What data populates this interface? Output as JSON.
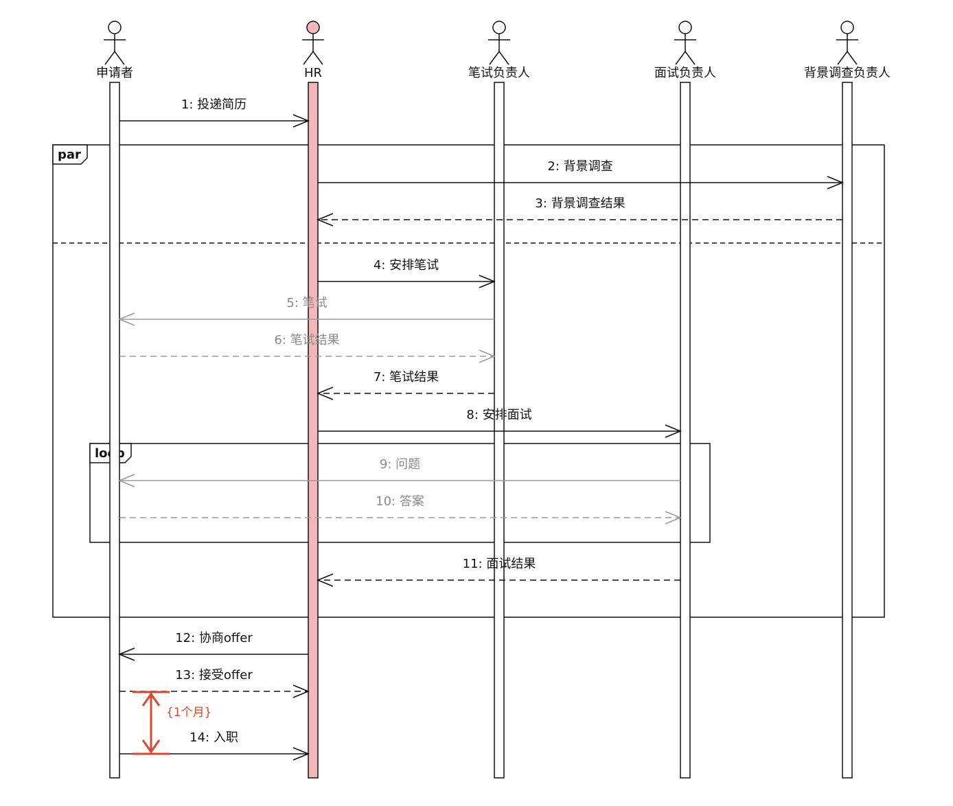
{
  "actors": [
    {
      "id": "applicant",
      "name": "申请者",
      "highlight": false
    },
    {
      "id": "hr",
      "name": "HR",
      "highlight": true
    },
    {
      "id": "written_test_lead",
      "name": "笔试负责人",
      "highlight": false
    },
    {
      "id": "interview_lead",
      "name": "面试负责人",
      "highlight": false
    },
    {
      "id": "background_lead",
      "name": "背景调查负责人",
      "highlight": false
    }
  ],
  "messages": [
    {
      "label": "1: 投递简历",
      "from": "applicant",
      "to": "hr",
      "style": "solid",
      "gray": false
    },
    {
      "label": "2: 背景调查",
      "from": "hr",
      "to": "background_lead",
      "style": "solid",
      "gray": false
    },
    {
      "label": "3: 背景调查结果",
      "from": "background_lead",
      "to": "hr",
      "style": "dashed",
      "gray": false
    },
    {
      "label": "4: 安排笔试",
      "from": "hr",
      "to": "written_test_lead",
      "style": "solid",
      "gray": false
    },
    {
      "label": "5: 笔试",
      "from": "written_test_lead",
      "to": "applicant",
      "style": "solid",
      "gray": true
    },
    {
      "label": "6: 笔试结果",
      "from": "applicant",
      "to": "written_test_lead",
      "style": "dashed",
      "gray": true
    },
    {
      "label": "7: 笔试结果",
      "from": "written_test_lead",
      "to": "hr",
      "style": "dashed",
      "gray": false
    },
    {
      "label": "8: 安排面试",
      "from": "hr",
      "to": "interview_lead",
      "style": "solid",
      "gray": false
    },
    {
      "label": "9: 问题",
      "from": "interview_lead",
      "to": "applicant",
      "style": "solid",
      "gray": true
    },
    {
      "label": "10: 答案",
      "from": "applicant",
      "to": "interview_lead",
      "style": "dashed",
      "gray": true
    },
    {
      "label": "11: 面试结果",
      "from": "interview_lead",
      "to": "hr",
      "style": "dashed",
      "gray": false
    },
    {
      "label": "12: 协商offer",
      "from": "hr",
      "to": "applicant",
      "style": "solid",
      "gray": false
    },
    {
      "label": "13: 接受offer",
      "from": "applicant",
      "to": "hr",
      "style": "dashed",
      "gray": false
    },
    {
      "label": "14: 入职",
      "from": "applicant",
      "to": "hr",
      "style": "solid",
      "gray": false
    }
  ],
  "fragments": [
    {
      "tag": "par"
    },
    {
      "tag": "loop"
    }
  ],
  "duration_constraint": {
    "label": "{1个月}",
    "color": "#e0452b"
  },
  "colors": {
    "hr_fill": "#f4b8b8",
    "line": "#111111",
    "gray_line": "#9a9a9a",
    "constraint": "#e0452b"
  }
}
